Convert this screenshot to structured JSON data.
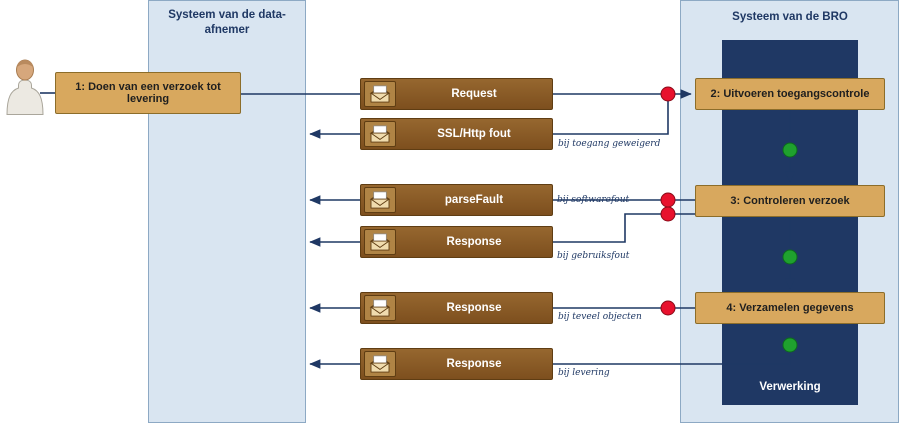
{
  "lanes": {
    "left": {
      "title": "Systeem van de data-afnemer"
    },
    "right": {
      "title": "Systeem van de BRO",
      "panel_label": "Verwerking"
    }
  },
  "steps": [
    {
      "label": "1: Doen van een verzoek tot levering"
    },
    {
      "label": "2: Uitvoeren toegangscontrole"
    },
    {
      "label": "3: Controleren verzoek"
    },
    {
      "label": "4: Verzamelen gegevens"
    }
  ],
  "messages": [
    {
      "label": "Request"
    },
    {
      "label": "SSL/Http fout",
      "note": "bij toegang geweigerd"
    },
    {
      "label": "parseFault",
      "note": "bij softwarefout"
    },
    {
      "label": "Response",
      "note": "bij gebruiksfout"
    },
    {
      "label": "Response",
      "note": "bij teveel objecten"
    },
    {
      "label": "Response",
      "note": "bij levering"
    }
  ],
  "icons": {
    "actor": "person-icon",
    "message": "envelope-icon",
    "error": "error-dot",
    "success": "success-dot"
  },
  "colors": {
    "navy": "#1f3864",
    "lane_bg": "#d9e5f1",
    "lane_border": "#8da9c4",
    "panel_bg": "#1f3864",
    "step_bg": "#d8a85e",
    "step_border": "#8c6d2a",
    "message_bg": "#8a5a26",
    "message_border": "#5f3d13",
    "error_dot": "#e8112d",
    "success_dot": "#1fa12e",
    "connector": "#1f3864"
  }
}
